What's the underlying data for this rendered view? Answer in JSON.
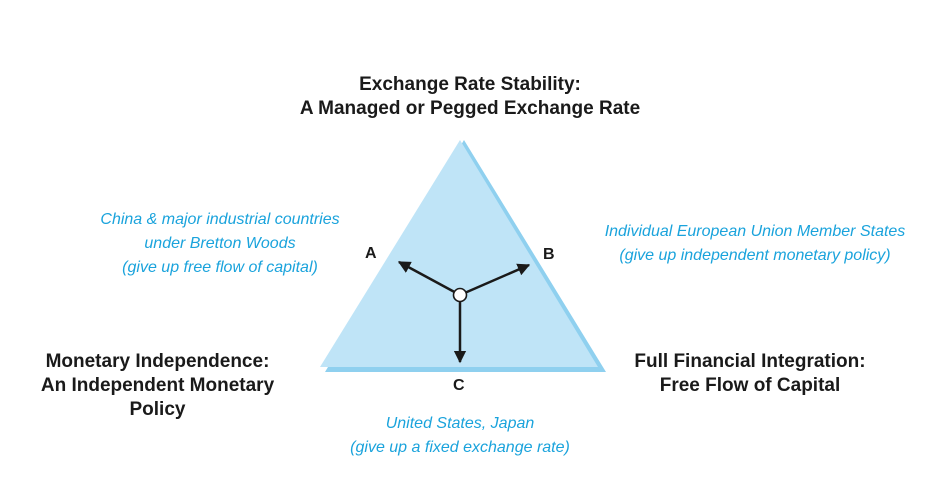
{
  "vertices": {
    "top": {
      "line1": "Exchange Rate Stability:",
      "line2": "A Managed or Pegged Exchange Rate"
    },
    "left": {
      "line1": "Monetary Independence:",
      "line2": "An Independent Monetary",
      "line3": "Policy"
    },
    "right": {
      "line1": "Full Financial Integration:",
      "line2": "Free Flow of Capital"
    }
  },
  "sides": {
    "a": {
      "label": "A",
      "line1": "China & major industrial countries",
      "line2": "under Bretton Woods",
      "line3": "(give up free flow of capital)"
    },
    "b": {
      "label": "B",
      "line1": "Individual European Union Member States",
      "line2": "(give up independent monetary policy)"
    },
    "c": {
      "label": "C",
      "line1": "United States, Japan",
      "line2": "(give up a fixed exchange rate)"
    }
  },
  "colors": {
    "triangle_fill": "#bfe4f7",
    "triangle_edge": "#8fd0ef",
    "example_text": "#1aa3dc",
    "title_text": "#1a1a1a",
    "arrow": "#1a1a1a"
  }
}
